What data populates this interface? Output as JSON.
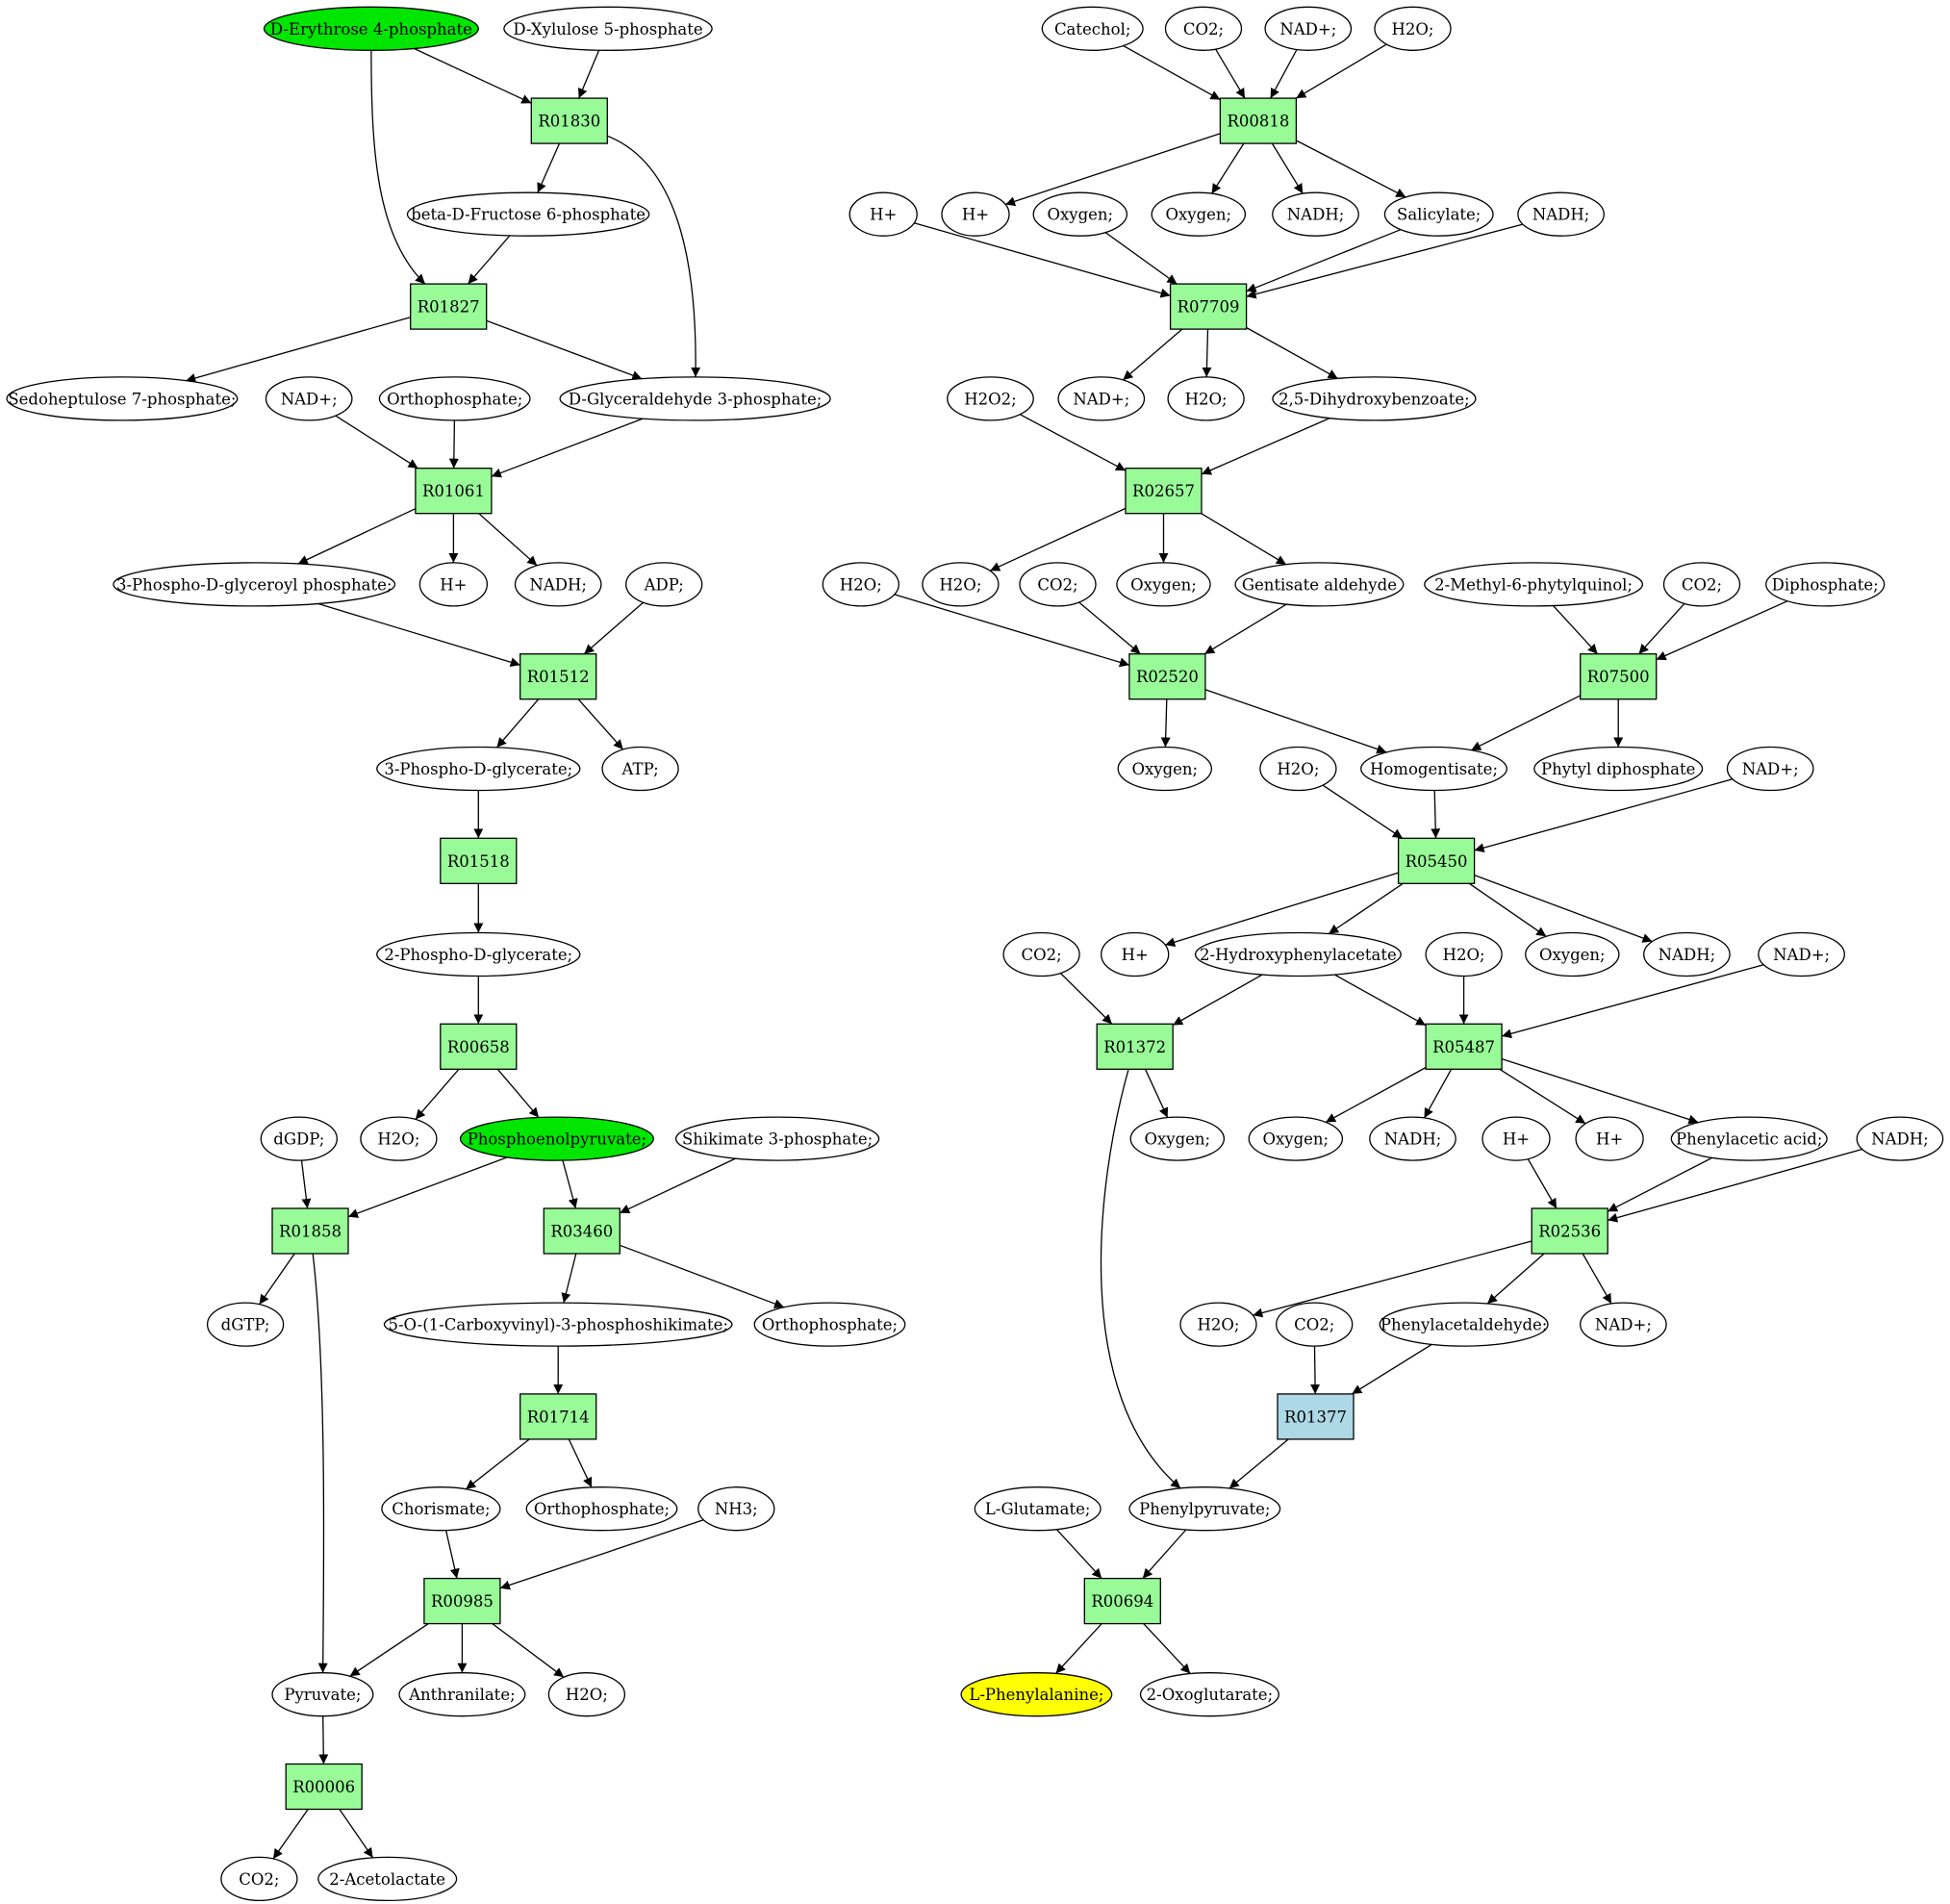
{
  "colors": {
    "reaction": "#98fb98",
    "reaction_alt": "#add8e6",
    "start": "#00e600",
    "target": "#ffff00",
    "compound": "#ffffff",
    "line": "#000000"
  },
  "reactions": [
    {
      "id": "R01830",
      "label": "R01830"
    },
    {
      "id": "R01827",
      "label": "R01827"
    },
    {
      "id": "R01061",
      "label": "R01061"
    },
    {
      "id": "R01512",
      "label": "R01512"
    },
    {
      "id": "R01518",
      "label": "R01518"
    },
    {
      "id": "R00658",
      "label": "R00658"
    },
    {
      "id": "R01858",
      "label": "R01858"
    },
    {
      "id": "R03460",
      "label": "R03460"
    },
    {
      "id": "R01714",
      "label": "R01714"
    },
    {
      "id": "R00985",
      "label": "R00985"
    },
    {
      "id": "R00006",
      "label": "R00006"
    },
    {
      "id": "R00818",
      "label": "R00818"
    },
    {
      "id": "R07709",
      "label": "R07709"
    },
    {
      "id": "R02657",
      "label": "R02657"
    },
    {
      "id": "R02520",
      "label": "R02520"
    },
    {
      "id": "R07500",
      "label": "R07500"
    },
    {
      "id": "R05450",
      "label": "R05450"
    },
    {
      "id": "R01372",
      "label": "R01372"
    },
    {
      "id": "R05487",
      "label": "R05487"
    },
    {
      "id": "R02536",
      "label": "R02536"
    },
    {
      "id": "R01377",
      "label": "R01377",
      "alt": true
    },
    {
      "id": "R00694",
      "label": "R00694"
    }
  ],
  "compounds": [
    {
      "id": "c_e4p",
      "label": "D-Erythrose 4-phosphate",
      "role": "start"
    },
    {
      "id": "c_x5p",
      "label": "D-Xylulose 5-phosphate"
    },
    {
      "id": "c_f6p",
      "label": "beta-D-Fructose 6-phosphate"
    },
    {
      "id": "c_s7p",
      "label": "Sedoheptulose 7-phosphate;"
    },
    {
      "id": "c_nad1",
      "label": "NAD+;"
    },
    {
      "id": "c_pi1",
      "label": "Orthophosphate;"
    },
    {
      "id": "c_g3p",
      "label": "D-Glyceraldehyde 3-phosphate;"
    },
    {
      "id": "c_bpg",
      "label": "3-Phospho-D-glyceroyl phosphate;"
    },
    {
      "id": "c_h1",
      "label": "H+"
    },
    {
      "id": "c_nadh1",
      "label": "NADH;"
    },
    {
      "id": "c_adp",
      "label": "ADP;"
    },
    {
      "id": "c_3pg",
      "label": "3-Phospho-D-glycerate;"
    },
    {
      "id": "c_atp",
      "label": "ATP;"
    },
    {
      "id": "c_2pg",
      "label": "2-Phospho-D-glycerate;"
    },
    {
      "id": "c_dgdp",
      "label": "dGDP;"
    },
    {
      "id": "c_h2o1",
      "label": "H2O;"
    },
    {
      "id": "c_pep",
      "label": "Phosphoenolpyruvate;",
      "role": "start"
    },
    {
      "id": "c_s3p",
      "label": "Shikimate 3-phosphate;"
    },
    {
      "id": "c_dgtp",
      "label": "dGTP;"
    },
    {
      "id": "c_epsp",
      "label": "5-O-(1-Carboxyvinyl)-3-phosphoshikimate;"
    },
    {
      "id": "c_pi2",
      "label": "Orthophosphate;"
    },
    {
      "id": "c_chor",
      "label": "Chorismate;"
    },
    {
      "id": "c_pi3",
      "label": "Orthophosphate;"
    },
    {
      "id": "c_nh3",
      "label": "NH3;"
    },
    {
      "id": "c_pyr",
      "label": "Pyruvate;"
    },
    {
      "id": "c_anth",
      "label": "Anthranilate;"
    },
    {
      "id": "c_h2o2",
      "label": "H2O;"
    },
    {
      "id": "c_co2a",
      "label": "CO2;"
    },
    {
      "id": "c_acl",
      "label": "2-Acetolactate"
    },
    {
      "id": "c_cat",
      "label": "Catechol;"
    },
    {
      "id": "c_co2b",
      "label": "CO2;"
    },
    {
      "id": "c_nad2",
      "label": "NAD+;"
    },
    {
      "id": "c_h2o3",
      "label": "H2O;"
    },
    {
      "id": "c_h2",
      "label": "H+"
    },
    {
      "id": "c_h3",
      "label": "H+"
    },
    {
      "id": "c_oxy1",
      "label": "Oxygen;"
    },
    {
      "id": "c_oxy2",
      "label": "Oxygen;"
    },
    {
      "id": "c_nadh2",
      "label": "NADH;"
    },
    {
      "id": "c_sal",
      "label": "Salicylate;"
    },
    {
      "id": "c_nadh3",
      "label": "NADH;"
    },
    {
      "id": "c_h2o2b",
      "label": "H2O2;"
    },
    {
      "id": "c_nad3",
      "label": "NAD+;"
    },
    {
      "id": "c_h2o4",
      "label": "H2O;"
    },
    {
      "id": "c_dhb",
      "label": "2,5-Dihydroxybenzoate;"
    },
    {
      "id": "c_h2o5",
      "label": "H2O;"
    },
    {
      "id": "c_h2o6",
      "label": "H2O;"
    },
    {
      "id": "c_co2c",
      "label": "CO2;"
    },
    {
      "id": "c_oxy3",
      "label": "Oxygen;"
    },
    {
      "id": "c_gald",
      "label": "Gentisate aldehyde"
    },
    {
      "id": "c_mpq",
      "label": "2-Methyl-6-phytylquinol;"
    },
    {
      "id": "c_co2d",
      "label": "CO2;"
    },
    {
      "id": "c_ppi",
      "label": "Diphosphate;"
    },
    {
      "id": "c_oxy4",
      "label": "Oxygen;"
    },
    {
      "id": "c_h2o7",
      "label": "H2O;"
    },
    {
      "id": "c_hga",
      "label": "Homogentisate;"
    },
    {
      "id": "c_phpp",
      "label": "Phytyl diphosphate"
    },
    {
      "id": "c_nad4",
      "label": "NAD+;"
    },
    {
      "id": "c_co2e",
      "label": "CO2;"
    },
    {
      "id": "c_h4",
      "label": "H+"
    },
    {
      "id": "c_2hpa",
      "label": "2-Hydroxyphenylacetate"
    },
    {
      "id": "c_h2o8",
      "label": "H2O;"
    },
    {
      "id": "c_oxy5",
      "label": "Oxygen;"
    },
    {
      "id": "c_nadh4",
      "label": "NADH;"
    },
    {
      "id": "c_nad5",
      "label": "NAD+;"
    },
    {
      "id": "c_oxy6",
      "label": "Oxygen;"
    },
    {
      "id": "c_oxy7",
      "label": "Oxygen;"
    },
    {
      "id": "c_nadh5",
      "label": "NADH;"
    },
    {
      "id": "c_h5",
      "label": "H+"
    },
    {
      "id": "c_h6",
      "label": "H+"
    },
    {
      "id": "c_paa",
      "label": "Phenylacetic acid;"
    },
    {
      "id": "c_nadh6",
      "label": "NADH;"
    },
    {
      "id": "c_h2o9",
      "label": "H2O;"
    },
    {
      "id": "c_co2f",
      "label": "CO2;"
    },
    {
      "id": "c_pacal",
      "label": "Phenylacetaldehyde;"
    },
    {
      "id": "c_nad6",
      "label": "NAD+;"
    },
    {
      "id": "c_glu",
      "label": "L-Glutamate;"
    },
    {
      "id": "c_ppyr",
      "label": "Phenylpyruvate;"
    },
    {
      "id": "c_phe",
      "label": "L-Phenylalanine;",
      "role": "target"
    },
    {
      "id": "c_2og",
      "label": "2-Oxoglutarate;"
    }
  ],
  "edges": [
    [
      "c_e4p",
      "R01830"
    ],
    [
      "c_x5p",
      "R01830"
    ],
    [
      "R01830",
      "c_f6p"
    ],
    [
      "R01830",
      "c_g3p"
    ],
    [
      "c_e4p",
      "R01827"
    ],
    [
      "c_f6p",
      "R01827"
    ],
    [
      "R01827",
      "c_s7p"
    ],
    [
      "R01827",
      "c_g3p"
    ],
    [
      "c_nad1",
      "R01061"
    ],
    [
      "c_pi1",
      "R01061"
    ],
    [
      "c_g3p",
      "R01061"
    ],
    [
      "R01061",
      "c_bpg"
    ],
    [
      "R01061",
      "c_h1"
    ],
    [
      "R01061",
      "c_nadh1"
    ],
    [
      "c_bpg",
      "R01512"
    ],
    [
      "c_adp",
      "R01512"
    ],
    [
      "R01512",
      "c_3pg"
    ],
    [
      "R01512",
      "c_atp"
    ],
    [
      "c_3pg",
      "R01518"
    ],
    [
      "R01518",
      "c_2pg"
    ],
    [
      "c_2pg",
      "R00658"
    ],
    [
      "R00658",
      "c_h2o1"
    ],
    [
      "R00658",
      "c_pep"
    ],
    [
      "c_dgdp",
      "R01858"
    ],
    [
      "c_pep",
      "R01858"
    ],
    [
      "R01858",
      "c_dgtp"
    ],
    [
      "R01858",
      "c_pyr"
    ],
    [
      "c_pep",
      "R03460"
    ],
    [
      "c_s3p",
      "R03460"
    ],
    [
      "R03460",
      "c_epsp"
    ],
    [
      "R03460",
      "c_pi2"
    ],
    [
      "c_epsp",
      "R01714"
    ],
    [
      "R01714",
      "c_chor"
    ],
    [
      "R01714",
      "c_pi3"
    ],
    [
      "c_chor",
      "R00985"
    ],
    [
      "c_nh3",
      "R00985"
    ],
    [
      "R00985",
      "c_pyr"
    ],
    [
      "R00985",
      "c_anth"
    ],
    [
      "R00985",
      "c_h2o2"
    ],
    [
      "c_pyr",
      "R00006"
    ],
    [
      "R00006",
      "c_co2a"
    ],
    [
      "R00006",
      "c_acl"
    ],
    [
      "c_cat",
      "R00818"
    ],
    [
      "c_co2b",
      "R00818"
    ],
    [
      "c_nad2",
      "R00818"
    ],
    [
      "c_h2o3",
      "R00818"
    ],
    [
      "R00818",
      "c_h3"
    ],
    [
      "R00818",
      "c_oxy2"
    ],
    [
      "R00818",
      "c_nadh2"
    ],
    [
      "R00818",
      "c_sal"
    ],
    [
      "c_h2",
      "R07709"
    ],
    [
      "c_oxy1",
      "R07709"
    ],
    [
      "c_sal",
      "R07709"
    ],
    [
      "c_nadh3",
      "R07709"
    ],
    [
      "R07709",
      "c_nad3"
    ],
    [
      "R07709",
      "c_h2o4"
    ],
    [
      "R07709",
      "c_dhb"
    ],
    [
      "c_h2o2b",
      "R02657"
    ],
    [
      "c_dhb",
      "R02657"
    ],
    [
      "R02657",
      "c_h2o6"
    ],
    [
      "R02657",
      "c_oxy3"
    ],
    [
      "R02657",
      "c_gald"
    ],
    [
      "c_h2o5",
      "R02520"
    ],
    [
      "c_co2c",
      "R02520"
    ],
    [
      "c_gald",
      "R02520"
    ],
    [
      "R02520",
      "c_oxy4"
    ],
    [
      "R02520",
      "c_hga"
    ],
    [
      "c_mpq",
      "R07500"
    ],
    [
      "c_co2d",
      "R07500"
    ],
    [
      "c_ppi",
      "R07500"
    ],
    [
      "R07500",
      "c_hga"
    ],
    [
      "R07500",
      "c_phpp"
    ],
    [
      "c_h2o7",
      "R05450"
    ],
    [
      "c_hga",
      "R05450"
    ],
    [
      "c_nad4",
      "R05450"
    ],
    [
      "R05450",
      "c_h4"
    ],
    [
      "R05450",
      "c_2hpa"
    ],
    [
      "R05450",
      "c_oxy5"
    ],
    [
      "R05450",
      "c_nadh4"
    ],
    [
      "c_co2e",
      "R01372"
    ],
    [
      "c_2hpa",
      "R01372"
    ],
    [
      "R01372",
      "c_oxy6"
    ],
    [
      "R01372",
      "c_ppyr"
    ],
    [
      "c_2hpa",
      "R05487"
    ],
    [
      "c_h2o8",
      "R05487"
    ],
    [
      "c_nad5",
      "R05487"
    ],
    [
      "R05487",
      "c_oxy7"
    ],
    [
      "R05487",
      "c_nadh5"
    ],
    [
      "R05487",
      "c_h6"
    ],
    [
      "R05487",
      "c_paa"
    ],
    [
      "c_h5",
      "R02536"
    ],
    [
      "c_paa",
      "R02536"
    ],
    [
      "c_nadh6",
      "R02536"
    ],
    [
      "R02536",
      "c_h2o9"
    ],
    [
      "R02536",
      "c_pacal"
    ],
    [
      "R02536",
      "c_nad6"
    ],
    [
      "c_co2f",
      "R01377"
    ],
    [
      "c_pacal",
      "R01377"
    ],
    [
      "R01377",
      "c_ppyr"
    ],
    [
      "c_glu",
      "R00694"
    ],
    [
      "c_ppyr",
      "R00694"
    ],
    [
      "R00694",
      "c_phe"
    ],
    [
      "R00694",
      "c_2og"
    ]
  ]
}
